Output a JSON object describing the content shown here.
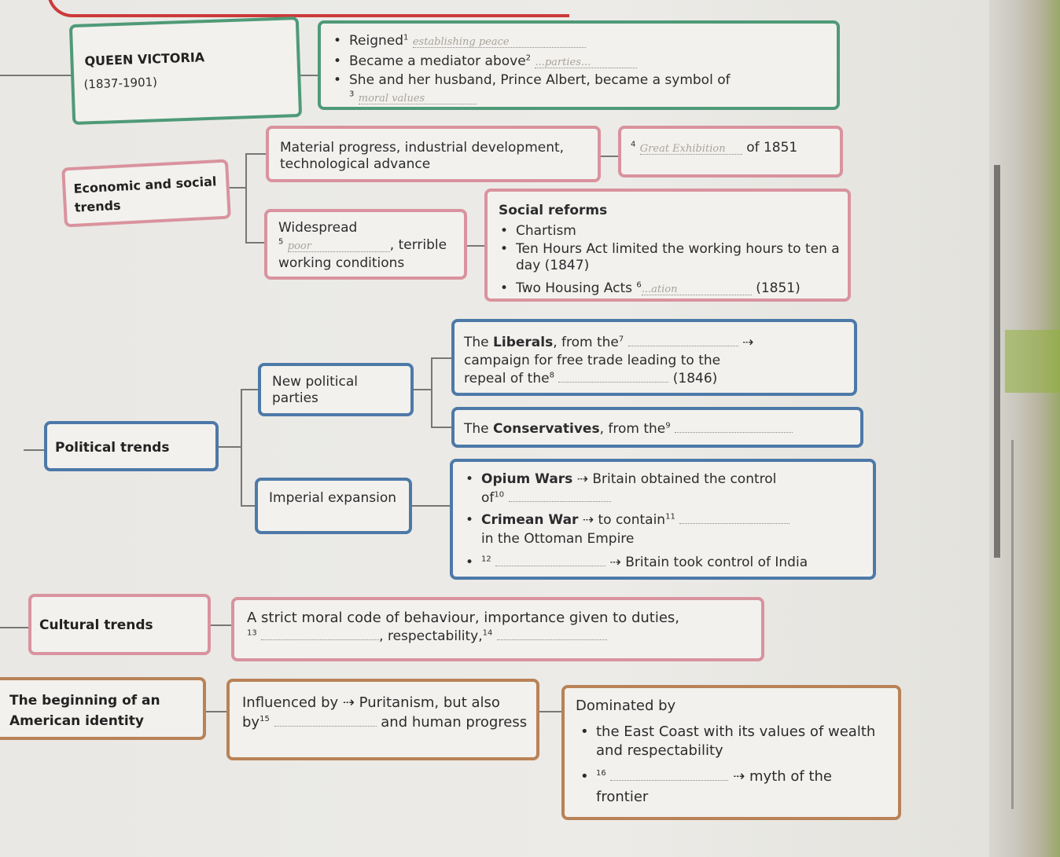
{
  "queen": {
    "title": "QUEEN VICTORIA",
    "dates": "(1837-1901)",
    "bullet1_label": "Reigned",
    "bullet1_num": "1",
    "bullet1_answer": "establishing peace",
    "bullet2_label": "Became a mediator above",
    "bullet2_num": "2",
    "bullet2_answer": "...parties...",
    "bullet3_label": "She and her husband, Prince Albert, became a symbol of",
    "bullet3_num": "3",
    "bullet3_answer": "moral values"
  },
  "economic": {
    "title": "Economic and social trends",
    "material_text": "Material progress, industrial development, technological advance",
    "exhibition_num": "4",
    "exhibition_answer": "Great Exhibition",
    "exhibition_suffix": "of 1851",
    "widespread_label": "Widespread",
    "widespread_num": "5",
    "widespread_answer": "poor",
    "widespread_suffix": ", terrible",
    "widespread_end": "working conditions",
    "reforms_title": "Social reforms",
    "reform1": "Chartism",
    "reform2": "Ten Hours Act limited the working hours to ten a day (1847)",
    "reform3_label": "Two Housing Acts",
    "reform3_num": "6",
    "reform3_answer": "...ation",
    "reform3_suffix": "(1851)"
  },
  "political": {
    "title": "Political trends",
    "parties_label": "New political parties",
    "liberals_pre": "The",
    "liberals_bold": "Liberals",
    "liberals_post": ", from the",
    "liberals_num": "7",
    "liberals_arrow": "⇢",
    "liberals_cont": "campaign for free trade leading to the",
    "liberals_repeal": "repeal of the",
    "liberals_num2": "8",
    "liberals_year": "(1846)",
    "cons_pre": "The",
    "cons_bold": "Conservatives",
    "cons_post": ", from the",
    "cons_num": "9",
    "imperial_label": "Imperial expansion",
    "opium_bold": "Opium Wars",
    "opium_text": "⇢ Britain obtained the control",
    "opium_of": "of",
    "opium_num": "10",
    "crimean_bold": "Crimean War",
    "crimean_text": "⇢ to contain",
    "crimean_num": "11",
    "crimean_end": "in the Ottoman Empire",
    "india_num": "12",
    "india_text": "⇢ Britain took control of India"
  },
  "cultural": {
    "title": "Cultural trends",
    "text1": "A strict moral code of behaviour, importance given to duties,",
    "num13": "13",
    "text2": ", respectability,",
    "num14": "14"
  },
  "american": {
    "title": "The beginning of an American identity",
    "influenced_text": "Influenced by ⇢ Puritanism, but also by",
    "num15": "15",
    "influenced_end": "and human",
    "influenced_last": "progress",
    "dominated_title": "Dominated by",
    "dom1": "the East Coast with its values of wealth and respectability",
    "num16": "16",
    "dom2": "⇢ myth of the",
    "dom2_end": "frontier"
  }
}
